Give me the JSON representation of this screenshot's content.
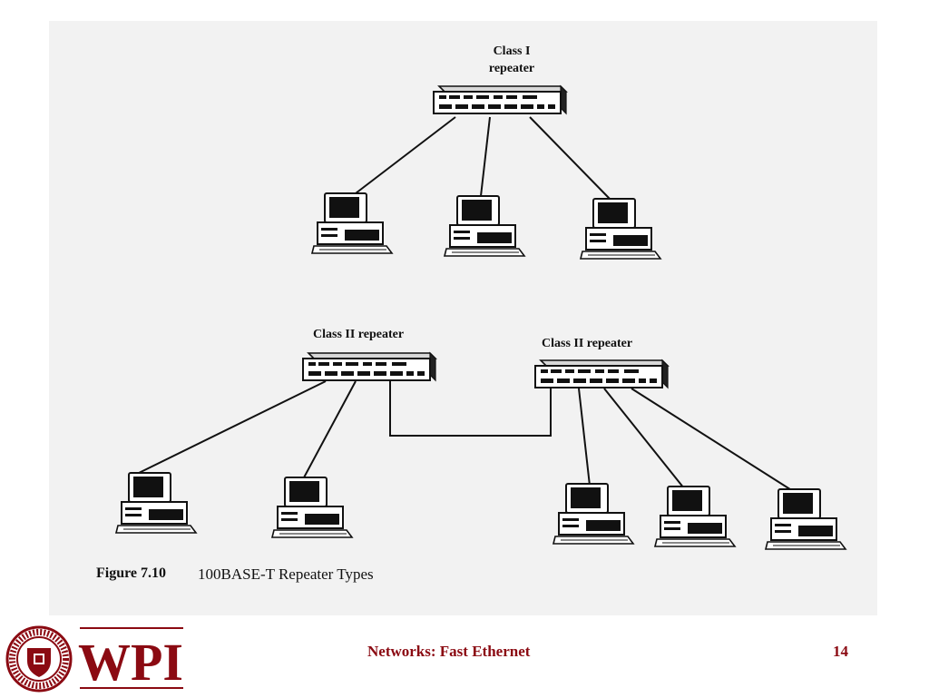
{
  "diagram": {
    "label_class1_line1": "Class I",
    "label_class1_line2": "repeater",
    "label_class2_left": "Class II repeater",
    "label_class2_right": "Class II repeater",
    "figure_number": "Figure 7.10",
    "figure_caption": "100BASE-T Repeater Types"
  },
  "footer": {
    "logo_text": "WPI",
    "title": "Networks: Fast Ethernet",
    "page_number": "14"
  },
  "colors": {
    "brand": "#8b0a12",
    "scan_background": "#f2f2f2",
    "ink": "#111111"
  }
}
